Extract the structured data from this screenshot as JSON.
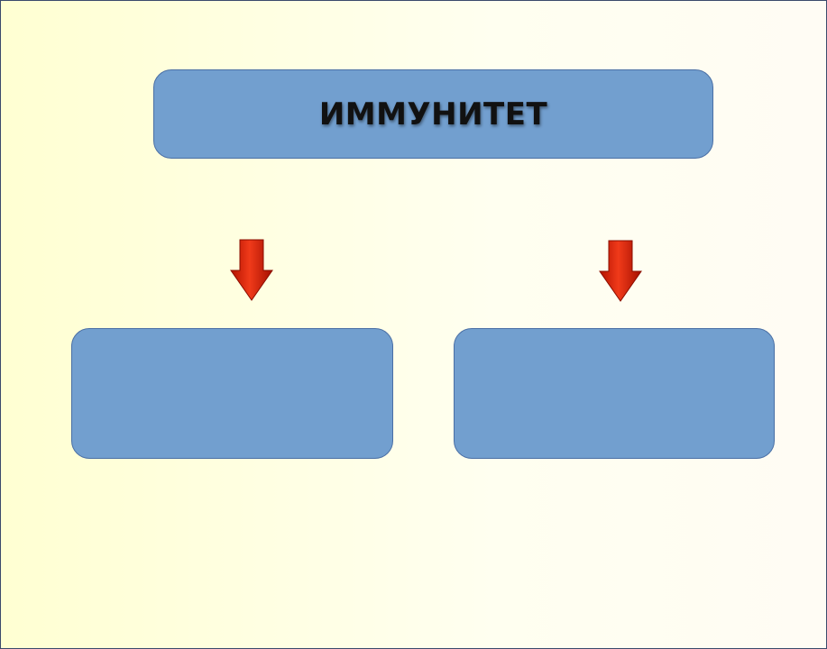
{
  "diagram": {
    "title": "ИММУНИТЕТ",
    "left_box_text": "",
    "right_box_text": ""
  },
  "colors": {
    "box_fill": "#729fcf",
    "box_border": "#4a6fa5",
    "arrow": "#d81e05",
    "background_left": "#ffffd2",
    "background_right": "#fffcf4"
  },
  "icons": {
    "left_arrow": "arrow-down",
    "right_arrow": "arrow-down"
  }
}
